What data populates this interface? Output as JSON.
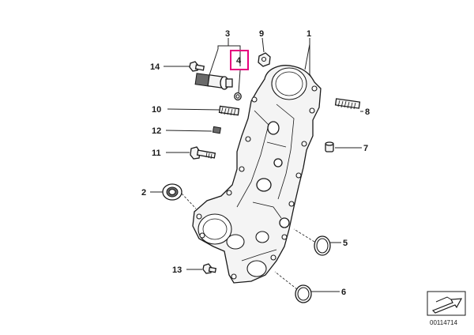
{
  "diagram": {
    "reference_code": "00114714",
    "highlight_color": "#e6007e",
    "callouts": [
      {
        "id": "c1",
        "text": "1"
      },
      {
        "id": "c2",
        "text": "2"
      },
      {
        "id": "c3",
        "text": "3"
      },
      {
        "id": "c4",
        "text": "4"
      },
      {
        "id": "c5",
        "text": "5"
      },
      {
        "id": "c6",
        "text": "6"
      },
      {
        "id": "c7",
        "text": "7"
      },
      {
        "id": "c8",
        "text": "8"
      },
      {
        "id": "c9",
        "text": "9"
      },
      {
        "id": "c10",
        "text": "10"
      },
      {
        "id": "c11",
        "text": "11"
      },
      {
        "id": "c12",
        "text": "12"
      },
      {
        "id": "c13",
        "text": "13"
      },
      {
        "id": "c14",
        "text": "14"
      }
    ]
  }
}
